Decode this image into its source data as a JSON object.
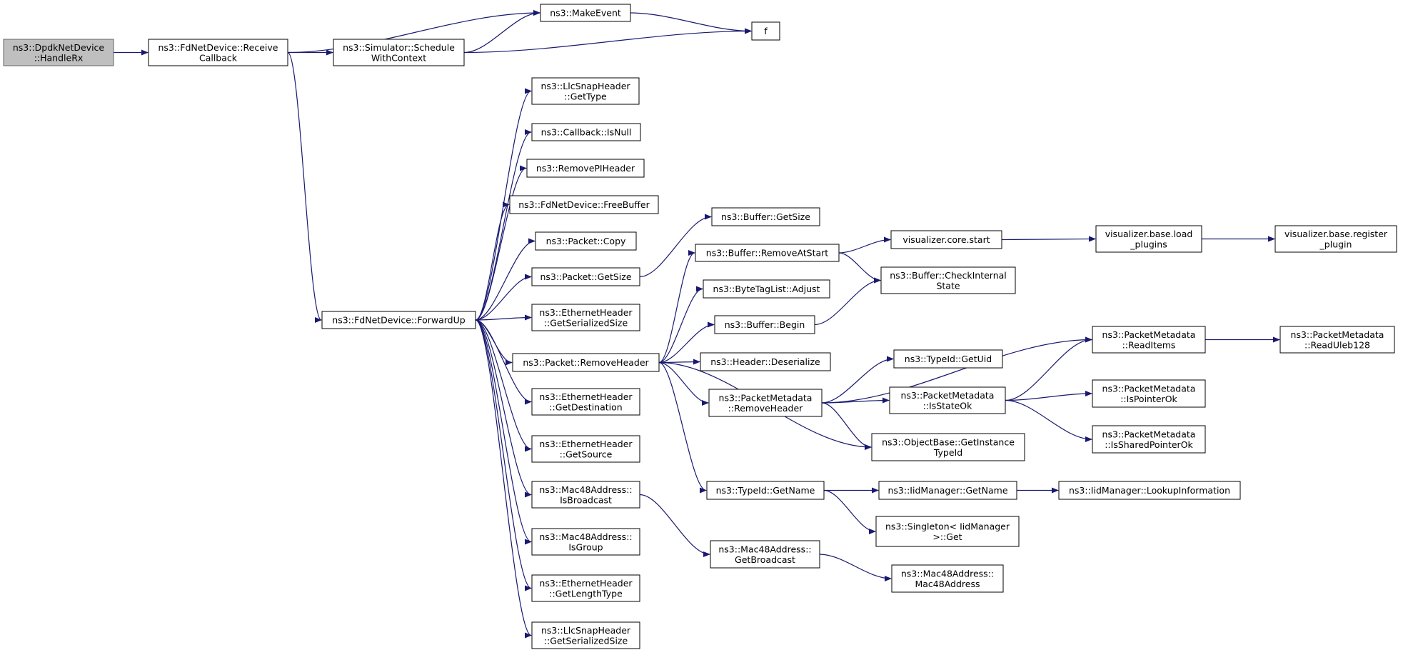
{
  "diagram": {
    "edge_color": "#191970",
    "root_fill": "#bfbfbf",
    "nodes": [
      {
        "id": "n0",
        "lines": [
          "ns3::DpdkNetDevice",
          "::HandleRx"
        ],
        "root": true
      },
      {
        "id": "n1",
        "lines": [
          "ns3::FdNetDevice::Receive",
          "Callback"
        ]
      },
      {
        "id": "n2",
        "lines": [
          "ns3::MakeEvent"
        ]
      },
      {
        "id": "n3",
        "lines": [
          "ns3::Simulator::Schedule",
          "WithContext"
        ]
      },
      {
        "id": "n4",
        "lines": [
          "f"
        ]
      },
      {
        "id": "n5",
        "lines": [
          "ns3::FdNetDevice::ForwardUp"
        ]
      },
      {
        "id": "n6",
        "lines": [
          "ns3::LlcSnapHeader",
          "::GetType"
        ]
      },
      {
        "id": "n7",
        "lines": [
          "ns3::Callback::IsNull"
        ]
      },
      {
        "id": "n8",
        "lines": [
          "ns3::RemovePIHeader"
        ]
      },
      {
        "id": "n9",
        "lines": [
          "ns3::FdNetDevice::FreeBuffer"
        ]
      },
      {
        "id": "n10",
        "lines": [
          "ns3::Packet::Copy"
        ]
      },
      {
        "id": "n11",
        "lines": [
          "ns3::Packet::GetSize"
        ]
      },
      {
        "id": "n12",
        "lines": [
          "ns3::EthernetHeader",
          "::GetSerializedSize"
        ]
      },
      {
        "id": "n13",
        "lines": [
          "ns3::Packet::RemoveHeader"
        ]
      },
      {
        "id": "n14",
        "lines": [
          "ns3::EthernetHeader",
          "::GetDestination"
        ]
      },
      {
        "id": "n15",
        "lines": [
          "ns3::EthernetHeader",
          "::GetSource"
        ]
      },
      {
        "id": "n16",
        "lines": [
          "ns3::Mac48Address::",
          "IsBroadcast"
        ]
      },
      {
        "id": "n17",
        "lines": [
          "ns3::Mac48Address::",
          "IsGroup"
        ]
      },
      {
        "id": "n18",
        "lines": [
          "ns3::EthernetHeader",
          "::GetLengthType"
        ]
      },
      {
        "id": "n19",
        "lines": [
          "ns3::LlcSnapHeader",
          "::GetSerializedSize"
        ]
      },
      {
        "id": "n20",
        "lines": [
          "ns3::Buffer::GetSize"
        ]
      },
      {
        "id": "n21",
        "lines": [
          "ns3::Buffer::RemoveAtStart"
        ]
      },
      {
        "id": "n22",
        "lines": [
          "ns3::ByteTagList::Adjust"
        ]
      },
      {
        "id": "n23",
        "lines": [
          "ns3::Buffer::Begin"
        ]
      },
      {
        "id": "n24",
        "lines": [
          "ns3::Header::Deserialize"
        ]
      },
      {
        "id": "n25",
        "lines": [
          "ns3::PacketMetadata",
          "::RemoveHeader"
        ]
      },
      {
        "id": "n26",
        "lines": [
          "ns3::TypeId::GetName"
        ]
      },
      {
        "id": "n27",
        "lines": [
          "ns3::Mac48Address::",
          "GetBroadcast"
        ]
      },
      {
        "id": "n28",
        "lines": [
          "visualizer.core.start"
        ]
      },
      {
        "id": "n29",
        "lines": [
          "ns3::Buffer::CheckInternal",
          "State"
        ]
      },
      {
        "id": "n30",
        "lines": [
          "ns3::TypeId::GetUid"
        ]
      },
      {
        "id": "n31",
        "lines": [
          "ns3::PacketMetadata",
          "::IsStateOk"
        ]
      },
      {
        "id": "n32",
        "lines": [
          "ns3::ObjectBase::GetInstance",
          "TypeId"
        ]
      },
      {
        "id": "n33",
        "lines": [
          "ns3::IidManager::GetName"
        ]
      },
      {
        "id": "n34",
        "lines": [
          "ns3::Singleton< IidManager",
          ">::Get"
        ]
      },
      {
        "id": "n35",
        "lines": [
          "ns3::Mac48Address::",
          "Mac48Address"
        ]
      },
      {
        "id": "n36",
        "lines": [
          "visualizer.base.load",
          "_plugins"
        ]
      },
      {
        "id": "n37",
        "lines": [
          "ns3::PacketMetadata",
          "::ReadItems"
        ]
      },
      {
        "id": "n38",
        "lines": [
          "ns3::PacketMetadata",
          "::IsPointerOk"
        ]
      },
      {
        "id": "n39",
        "lines": [
          "ns3::PacketMetadata",
          "::IsSharedPointerOk"
        ]
      },
      {
        "id": "n40",
        "lines": [
          "ns3::IidManager::LookupInformation"
        ]
      },
      {
        "id": "n41",
        "lines": [
          "visualizer.base.register",
          "_plugin"
        ]
      },
      {
        "id": "n42",
        "lines": [
          "ns3::PacketMetadata",
          "::ReadUleb128"
        ]
      }
    ],
    "edges": [
      [
        "n0",
        "n1"
      ],
      [
        "n1",
        "n2"
      ],
      [
        "n1",
        "n3"
      ],
      [
        "n1",
        "n5"
      ],
      [
        "n2",
        "n4"
      ],
      [
        "n3",
        "n2"
      ],
      [
        "n3",
        "n4"
      ],
      [
        "n5",
        "n6"
      ],
      [
        "n5",
        "n7"
      ],
      [
        "n5",
        "n8"
      ],
      [
        "n5",
        "n9"
      ],
      [
        "n5",
        "n10"
      ],
      [
        "n5",
        "n11"
      ],
      [
        "n5",
        "n12"
      ],
      [
        "n5",
        "n13"
      ],
      [
        "n5",
        "n14"
      ],
      [
        "n5",
        "n15"
      ],
      [
        "n5",
        "n16"
      ],
      [
        "n5",
        "n17"
      ],
      [
        "n5",
        "n18"
      ],
      [
        "n5",
        "n19"
      ],
      [
        "n11",
        "n20"
      ],
      [
        "n13",
        "n21"
      ],
      [
        "n13",
        "n22"
      ],
      [
        "n13",
        "n23"
      ],
      [
        "n13",
        "n24"
      ],
      [
        "n13",
        "n25"
      ],
      [
        "n13",
        "n26"
      ],
      [
        "n13",
        "n32"
      ],
      [
        "n16",
        "n27"
      ],
      [
        "n21",
        "n28"
      ],
      [
        "n21",
        "n29"
      ],
      [
        "n23",
        "n29"
      ],
      [
        "n25",
        "n37"
      ],
      [
        "n25",
        "n30"
      ],
      [
        "n25",
        "n31"
      ],
      [
        "n25",
        "n32"
      ],
      [
        "n26",
        "n33"
      ],
      [
        "n26",
        "n34"
      ],
      [
        "n27",
        "n35"
      ],
      [
        "n28",
        "n36"
      ],
      [
        "n31",
        "n37"
      ],
      [
        "n31",
        "n38"
      ],
      [
        "n31",
        "n39"
      ],
      [
        "n33",
        "n40"
      ],
      [
        "n36",
        "n41"
      ],
      [
        "n37",
        "n42"
      ]
    ]
  }
}
